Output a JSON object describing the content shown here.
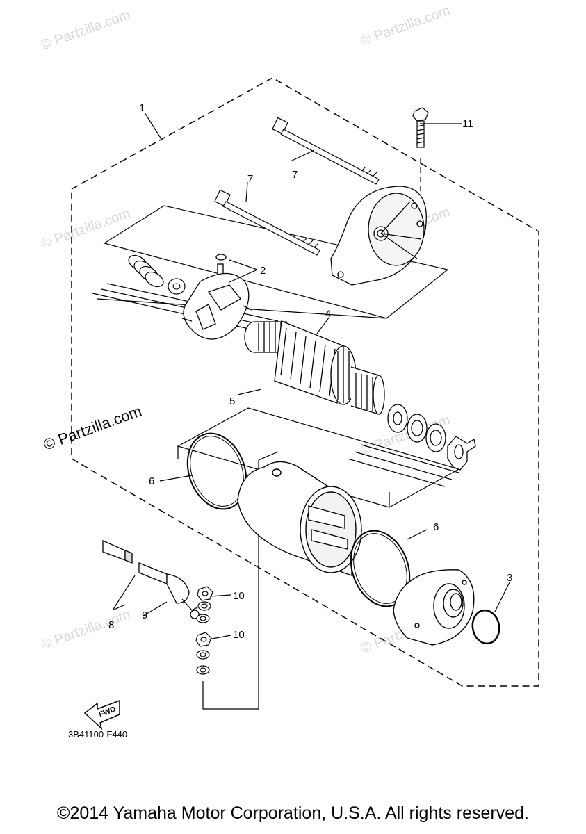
{
  "diagram": {
    "callouts": [
      "1",
      "2",
      "3",
      "4",
      "5",
      "6",
      "6",
      "7",
      "7",
      "8",
      "9",
      "10",
      "10",
      "11"
    ],
    "fwd_label": "FWD",
    "drawing_code": "3B41100-F440"
  },
  "watermark": {
    "text": "© Partzilla.com",
    "prominent_text": "© Partzilla.com"
  },
  "footer": {
    "copyright": "©2014 Yamaha Motor Corporation, U.S.A. All rights reserved."
  }
}
